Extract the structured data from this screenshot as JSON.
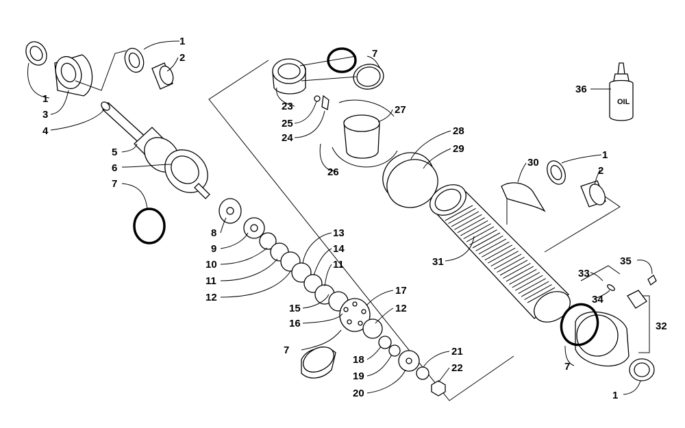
{
  "callouts": [
    {
      "id": "c1a",
      "text": "1"
    },
    {
      "id": "c2a",
      "text": "2"
    },
    {
      "id": "c1b",
      "text": "1"
    },
    {
      "id": "c3",
      "text": "3"
    },
    {
      "id": "c4",
      "text": "4"
    },
    {
      "id": "c5",
      "text": "5"
    },
    {
      "id": "c6",
      "text": "6"
    },
    {
      "id": "c7a",
      "text": "7"
    },
    {
      "id": "c8",
      "text": "8"
    },
    {
      "id": "c9",
      "text": "9"
    },
    {
      "id": "c10",
      "text": "10"
    },
    {
      "id": "c11a",
      "text": "11"
    },
    {
      "id": "c12a",
      "text": "12"
    },
    {
      "id": "c13",
      "text": "13"
    },
    {
      "id": "c14",
      "text": "14"
    },
    {
      "id": "c11b",
      "text": "11"
    },
    {
      "id": "c15",
      "text": "15"
    },
    {
      "id": "c16",
      "text": "16"
    },
    {
      "id": "c17",
      "text": "17"
    },
    {
      "id": "c12b",
      "text": "12"
    },
    {
      "id": "c7b",
      "text": "7"
    },
    {
      "id": "c18",
      "text": "18"
    },
    {
      "id": "c19",
      "text": "19"
    },
    {
      "id": "c20",
      "text": "20"
    },
    {
      "id": "c21",
      "text": "21"
    },
    {
      "id": "c22",
      "text": "22"
    },
    {
      "id": "c7c",
      "text": "7"
    },
    {
      "id": "c23",
      "text": "23"
    },
    {
      "id": "c25",
      "text": "25"
    },
    {
      "id": "c24",
      "text": "24"
    },
    {
      "id": "c27",
      "text": "27"
    },
    {
      "id": "c26",
      "text": "26"
    },
    {
      "id": "c28",
      "text": "28"
    },
    {
      "id": "c29",
      "text": "29"
    },
    {
      "id": "c30",
      "text": "30"
    },
    {
      "id": "c1c",
      "text": "1"
    },
    {
      "id": "c2b",
      "text": "2"
    },
    {
      "id": "c31",
      "text": "31"
    },
    {
      "id": "c36",
      "text": "36"
    },
    {
      "id": "c33",
      "text": "33"
    },
    {
      "id": "c35",
      "text": "35"
    },
    {
      "id": "c34",
      "text": "34"
    },
    {
      "id": "c32",
      "text": "32"
    },
    {
      "id": "c7d",
      "text": "7"
    },
    {
      "id": "c1d",
      "text": "1"
    }
  ],
  "oil_bottle_label": "OIL"
}
